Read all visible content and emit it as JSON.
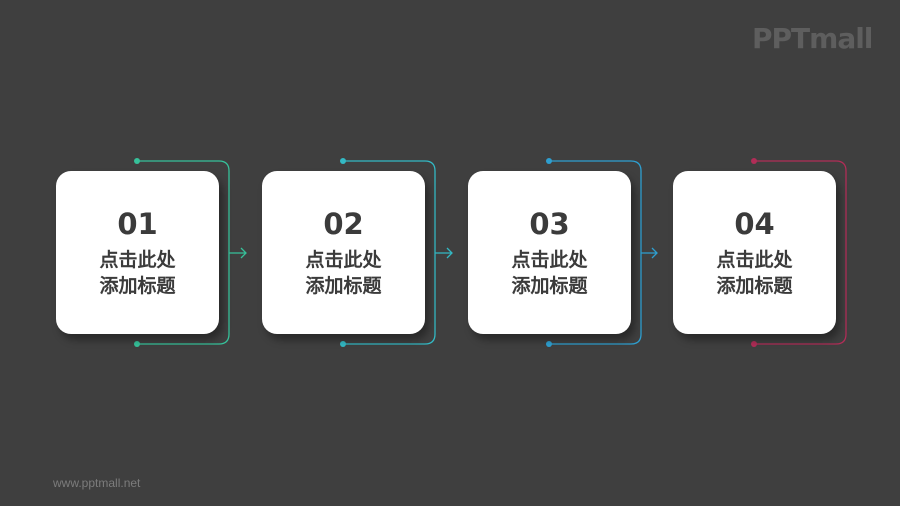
{
  "watermark": {
    "logo": "PPTmall",
    "url": "www.pptmall.net"
  },
  "colors": {
    "background": "#3f3f3f",
    "card": "#ffffff",
    "text": "#3b3b3b"
  },
  "steps": [
    {
      "number": "01",
      "title_line1": "点击此处",
      "title_line2": "添加标题",
      "accent": "#36c19a"
    },
    {
      "number": "02",
      "title_line1": "点击此处",
      "title_line2": "添加标题",
      "accent": "#33b9c4"
    },
    {
      "number": "03",
      "title_line1": "点击此处",
      "title_line2": "添加标题",
      "accent": "#2e9fd0"
    },
    {
      "number": "04",
      "title_line1": "点击此处",
      "title_line2": "添加标题",
      "accent": "#b02d57"
    }
  ],
  "arrow_icon": "arrow-right-icon",
  "connector_icon": "bracket-connector-icon"
}
